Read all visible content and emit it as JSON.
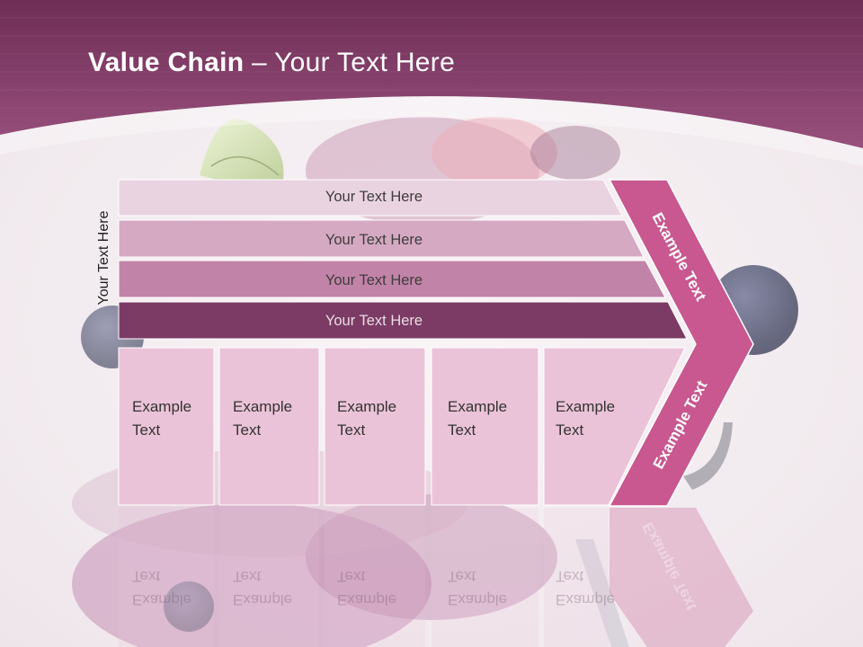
{
  "title": {
    "bold": "Value Chain",
    "rest": " – Your Text Here"
  },
  "side_label": "Your Text Here",
  "bars": [
    {
      "label": "Your Text Here"
    },
    {
      "label": "Your Text Here"
    },
    {
      "label": "Your Text Here"
    },
    {
      "label": "Your Text Here"
    }
  ],
  "boxes": [
    {
      "line1": "Example",
      "line2": "Text"
    },
    {
      "line1": "Example",
      "line2": "Text"
    },
    {
      "line1": "Example",
      "line2": "Text"
    },
    {
      "line1": "Example",
      "line2": "Text"
    },
    {
      "line1": "Example",
      "line2": "Text"
    }
  ],
  "arrow": {
    "top_label": "Example Text",
    "bottom_label": "Example Text"
  },
  "colors": {
    "header": "#8a3f6b",
    "arrow": "#c8588f",
    "bar1": "#ead3e0",
    "bar2": "#d6a9c3",
    "bar3": "#c283a8",
    "bar4": "#7b3b65",
    "box": "#ebc3d8"
  }
}
